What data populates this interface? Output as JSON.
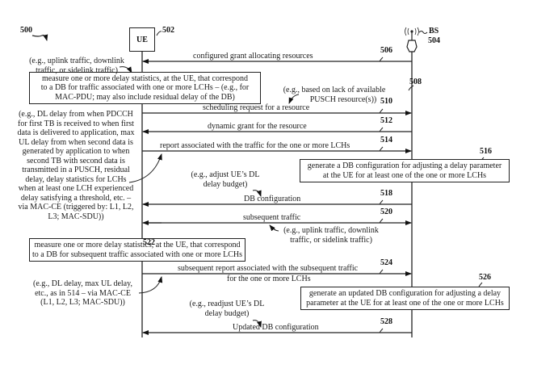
{
  "figure": {
    "number": "500",
    "ue": {
      "label": "UE",
      "ref": "502"
    },
    "bs": {
      "label": "BS",
      "ref": "504"
    }
  },
  "messages": [
    {
      "ref": "506",
      "label": "configured grant allocating resources",
      "direction": "BS-to-UE"
    },
    {
      "ref": "510",
      "label": "scheduling request for a resource",
      "direction": "UE-to-BS"
    },
    {
      "ref": "512",
      "label": "dynamic grant for the resource",
      "direction": "BS-to-UE"
    },
    {
      "ref": "514",
      "label": "report associated with the traffic for the one or more LCHs",
      "direction": "UE-to-BS"
    },
    {
      "ref": "518",
      "label": "DB configuration",
      "direction": "BS-to-UE"
    },
    {
      "ref": "520",
      "label": "subsequent traffic",
      "direction": "bidirectional"
    },
    {
      "ref": "524",
      "label_line1": "subsequent report associated with the subsequent traffic",
      "label_line2": "for the one or more LCHs",
      "direction": "UE-to-BS"
    },
    {
      "ref": "528",
      "label": "Updated DB configuration",
      "direction": "BS-to-UE"
    }
  ],
  "process_boxes": [
    {
      "ref": "508",
      "lines": [
        "measure one or more delay statistics, at the UE, that correspond",
        "to a DB for traffic associated with one or more LCHs – (e.g., for",
        "MAC-PDU; may also include residual delay of the DB)"
      ]
    },
    {
      "ref": "516",
      "lines": [
        "generate a DB configuration for adjusting a delay parameter",
        "at the UE for at least one of the one or more LCHs"
      ]
    },
    {
      "ref": "522",
      "lines": [
        "measure one or more delay statistics, at the UE, that correspond",
        "to a DB for subsequent traffic associated with one or more LCHs"
      ]
    },
    {
      "ref": "526",
      "lines": [
        "generate an updated DB configuration for adjusting a delay",
        "parameter at the UE for at least one of the one or more LCHs"
      ]
    }
  ],
  "annotations": {
    "traffic_top": [
      "(e.g., uplink traffic, downlink",
      "traffic, or sidelink traffic)"
    ],
    "pusch": [
      "(e.g., based on lack of available",
      "PUSCH resource(s))"
    ],
    "report_detail": [
      "(e.g., DL delay from when PDCCH",
      "for first TB is received to when first",
      "data is delivered to application, max",
      "UL delay from when second data is",
      "generated by application to when",
      "second TB with second data is",
      "transmitted in a PUSCH, residual",
      "delay, delay statistics for LCHs",
      "when at least one LCH experienced",
      "delay satisfying a threshold, etc. –",
      "via MAC-CE (triggered by: L1, L2,",
      "L3; MAC-SDU))"
    ],
    "adjust_db": [
      "(e.g., adjust UE’s DL",
      "delay budget)"
    ],
    "traffic_sub": [
      "(e.g., uplink traffic, downlink",
      "traffic, or sidelink traffic)"
    ],
    "subsequent_report_detail": [
      "(e.g., DL delay, max UL delay,",
      "etc., as in 514 – via MAC-CE",
      "(L1, L2, L3; MAC-SDU))"
    ],
    "readjust_db": [
      "(e.g., readjust UE’s DL",
      "delay budget)"
    ]
  }
}
